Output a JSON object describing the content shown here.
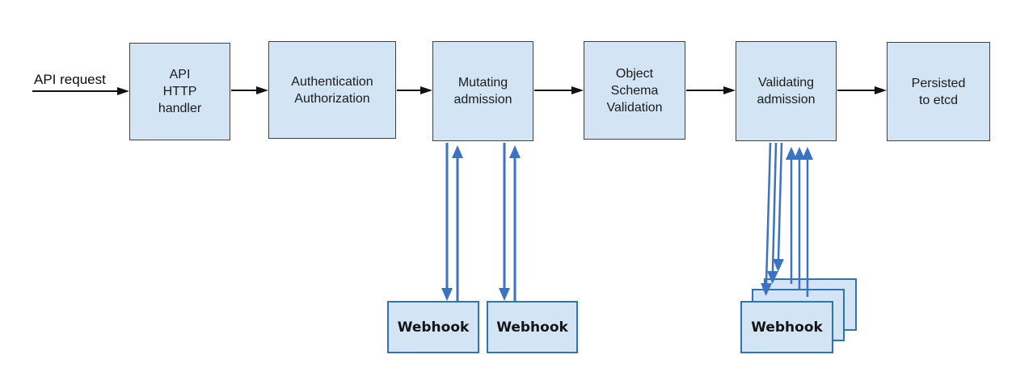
{
  "diagram": {
    "request_label": "API request",
    "nodes": [
      {
        "id": "api-http-handler",
        "label": "API\nHTTP\nhandler"
      },
      {
        "id": "authentication-authorization",
        "label": "Authentication\nAuthorization"
      },
      {
        "id": "mutating-admission",
        "label": "Mutating\nadmission"
      },
      {
        "id": "object-schema-validation",
        "label": "Object\nSchema\nValidation"
      },
      {
        "id": "validating-admission",
        "label": "Validating\nadmission"
      },
      {
        "id": "persisted-to-etcd",
        "label": "Persisted\nto etcd"
      }
    ],
    "mutating_webhooks": [
      {
        "label": "Webhook"
      },
      {
        "label": "Webhook"
      }
    ],
    "validating_webhook_stack": {
      "front_label": "Webhook",
      "stacked_count": 3
    },
    "colors": {
      "node_fill": "#d3e4f4",
      "node_border": "#404040",
      "webhook_border": "#2e74b5",
      "flow_arrow": "#111111",
      "webhook_arrow": "#3b72c4"
    }
  }
}
